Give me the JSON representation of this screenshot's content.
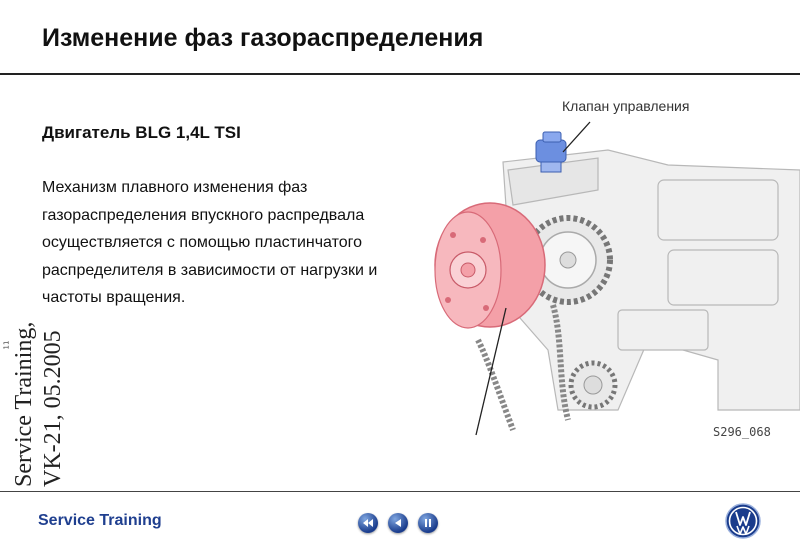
{
  "slide": {
    "title": "Изменение фаз газораспределения",
    "heading": "Двигатель BLG 1,4L TSI",
    "body": "Механизм плавного изменения фаз газораспределения впускного распредвала осуществляется с помощью пластинчатого распределителя в зависимости от нагрузки и частоты вращения.",
    "page_number": "11"
  },
  "sidebar": {
    "caption": "Service Training, VK-21, 05.2005"
  },
  "figure": {
    "callout_label": "Клапан управления",
    "code": "S296_068"
  },
  "footer": {
    "label": "Service Training",
    "nav": [
      {
        "name": "first",
        "icon": "rewind-icon"
      },
      {
        "name": "previous",
        "icon": "back-icon"
      },
      {
        "name": "pause",
        "icon": "pause-icon"
      }
    ]
  },
  "colors": {
    "footer_text": "#1f3f8f",
    "highlight_pink": "#f4a0a8",
    "valve_blue": "#6c8fe0"
  }
}
